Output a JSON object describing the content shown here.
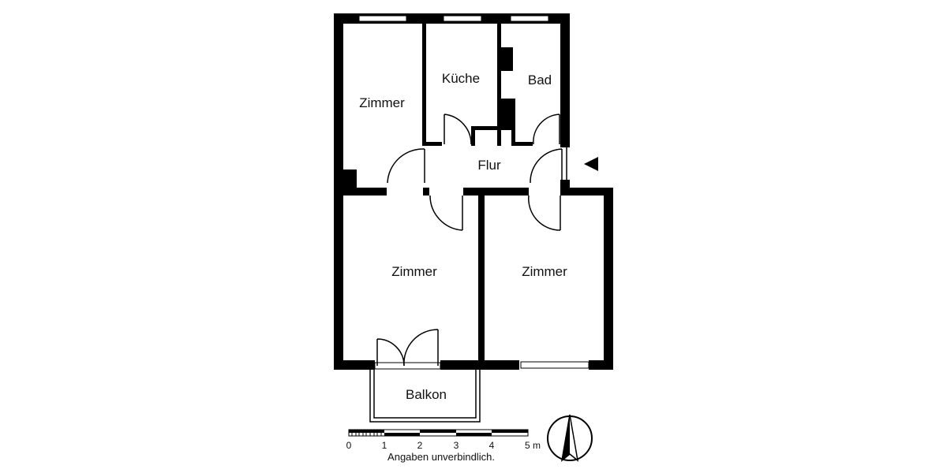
{
  "rooms": {
    "zimmer_top_left": "Zimmer",
    "kueche": "Küche",
    "bad": "Bad",
    "flur": "Flur",
    "zimmer_bottom_left": "Zimmer",
    "zimmer_bottom_right": "Zimmer",
    "balkon": "Balkon"
  },
  "scale": {
    "ticks": [
      "0",
      "1",
      "2",
      "3",
      "4",
      "5 m"
    ]
  },
  "note": "Angaben unverbindlich."
}
